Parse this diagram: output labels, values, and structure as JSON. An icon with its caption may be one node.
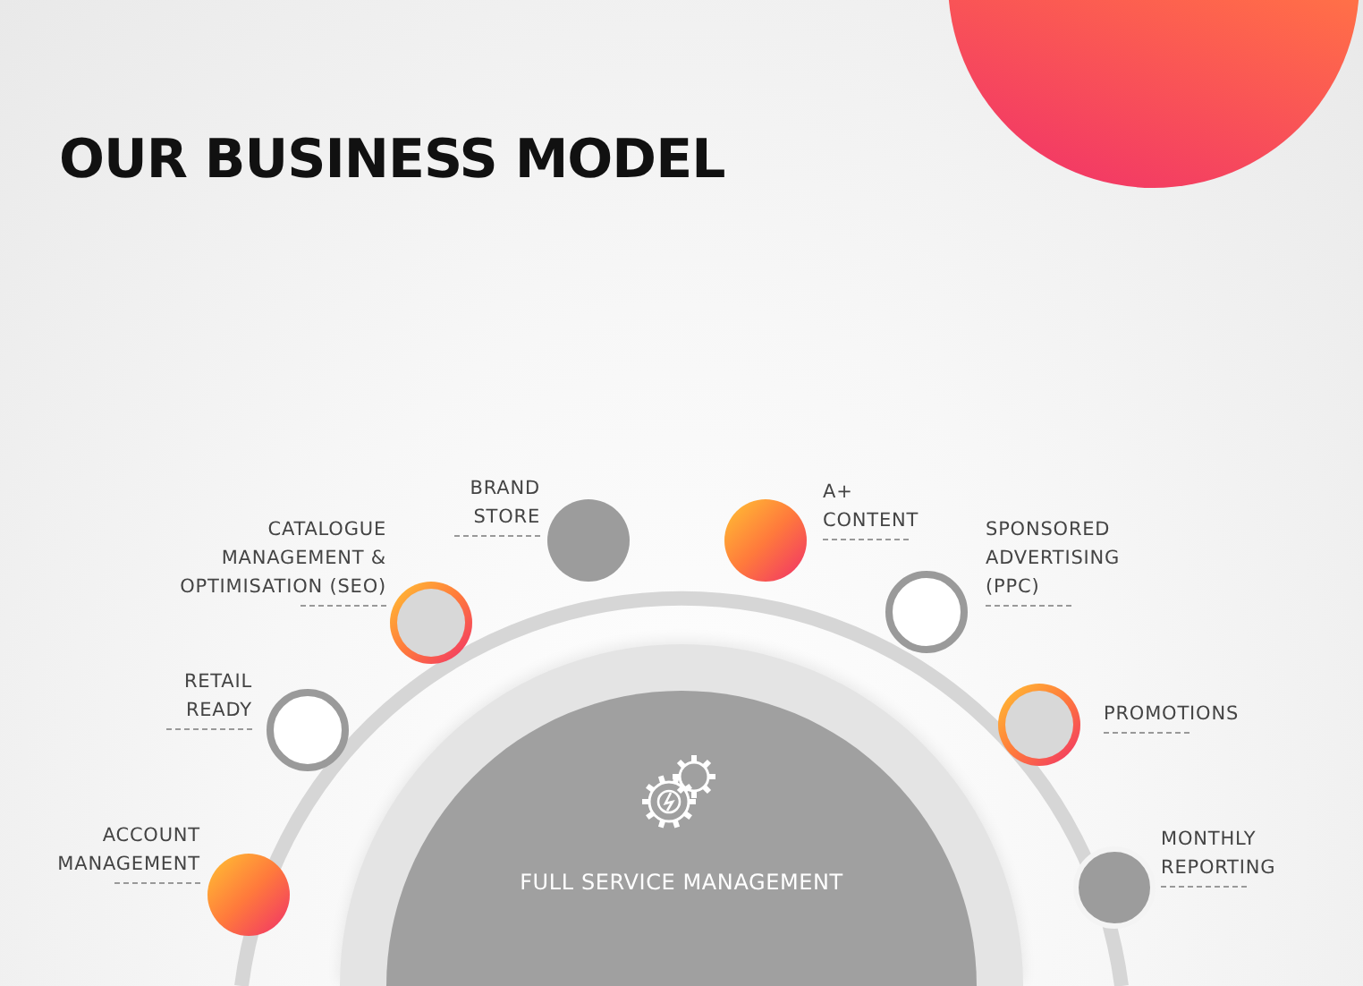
{
  "diagram": {
    "title": "OUR BUSINESS MODEL",
    "nodes": [
      {
        "text": [],
        "shape": "circle",
        "beside": [
          "ACCOUNT MANAGEMENT"
        ]
      },
      {
        "text": [],
        "shape": "circle",
        "beside": [
          "RETAIL READY"
        ]
      },
      {
        "text": [],
        "shape": "circle",
        "beside": [
          "CATALOGUE MANAGEMENT & OPTIMISATION (SEO)"
        ]
      },
      {
        "text": [],
        "shape": "circle",
        "beside": [
          "BRAND STORE"
        ]
      },
      {
        "text": [],
        "shape": "circle",
        "beside": [
          "A+ CONTENT"
        ]
      },
      {
        "text": [],
        "shape": "circle",
        "beside": [
          "SPONSORED ADVERTISING (PPC)"
        ]
      },
      {
        "text": [],
        "shape": "circle",
        "beside": [
          "PROMOTIONS"
        ]
      },
      {
        "text": [],
        "shape": "circle",
        "beside": [
          "MONTHLY REPORTING"
        ]
      },
      {
        "text": [
          "FULL SERVICE MANAGEMENT"
        ]
      }
    ]
  }
}
